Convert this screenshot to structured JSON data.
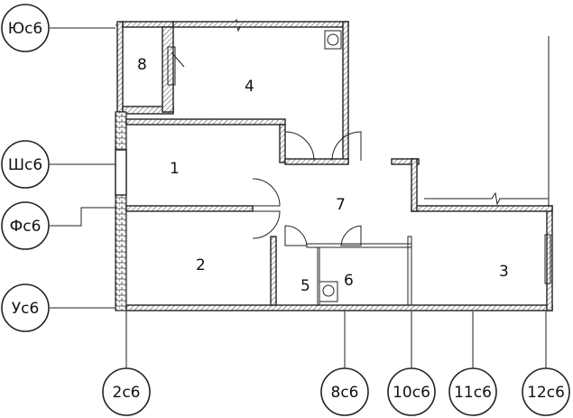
{
  "axes": {
    "left": [
      {
        "id": "yu",
        "label": "Юс6"
      },
      {
        "id": "sh",
        "label": "Шс6"
      },
      {
        "id": "f",
        "label": "Фс6"
      },
      {
        "id": "u",
        "label": "Ус6"
      }
    ],
    "bottom": [
      {
        "id": "2",
        "label": "2с6"
      },
      {
        "id": "8",
        "label": "8с6"
      },
      {
        "id": "10",
        "label": "10с6"
      },
      {
        "id": "11",
        "label": "11с6"
      },
      {
        "id": "12",
        "label": "12с6"
      }
    ]
  },
  "rooms": [
    {
      "id": "1",
      "label": "1"
    },
    {
      "id": "2",
      "label": "2"
    },
    {
      "id": "3",
      "label": "3"
    },
    {
      "id": "4",
      "label": "4"
    },
    {
      "id": "5",
      "label": "5"
    },
    {
      "id": "6",
      "label": "6"
    },
    {
      "id": "7",
      "label": "7"
    },
    {
      "id": "8",
      "label": "8"
    }
  ],
  "colors": {
    "line": "#222222",
    "background": "#ffffff"
  }
}
